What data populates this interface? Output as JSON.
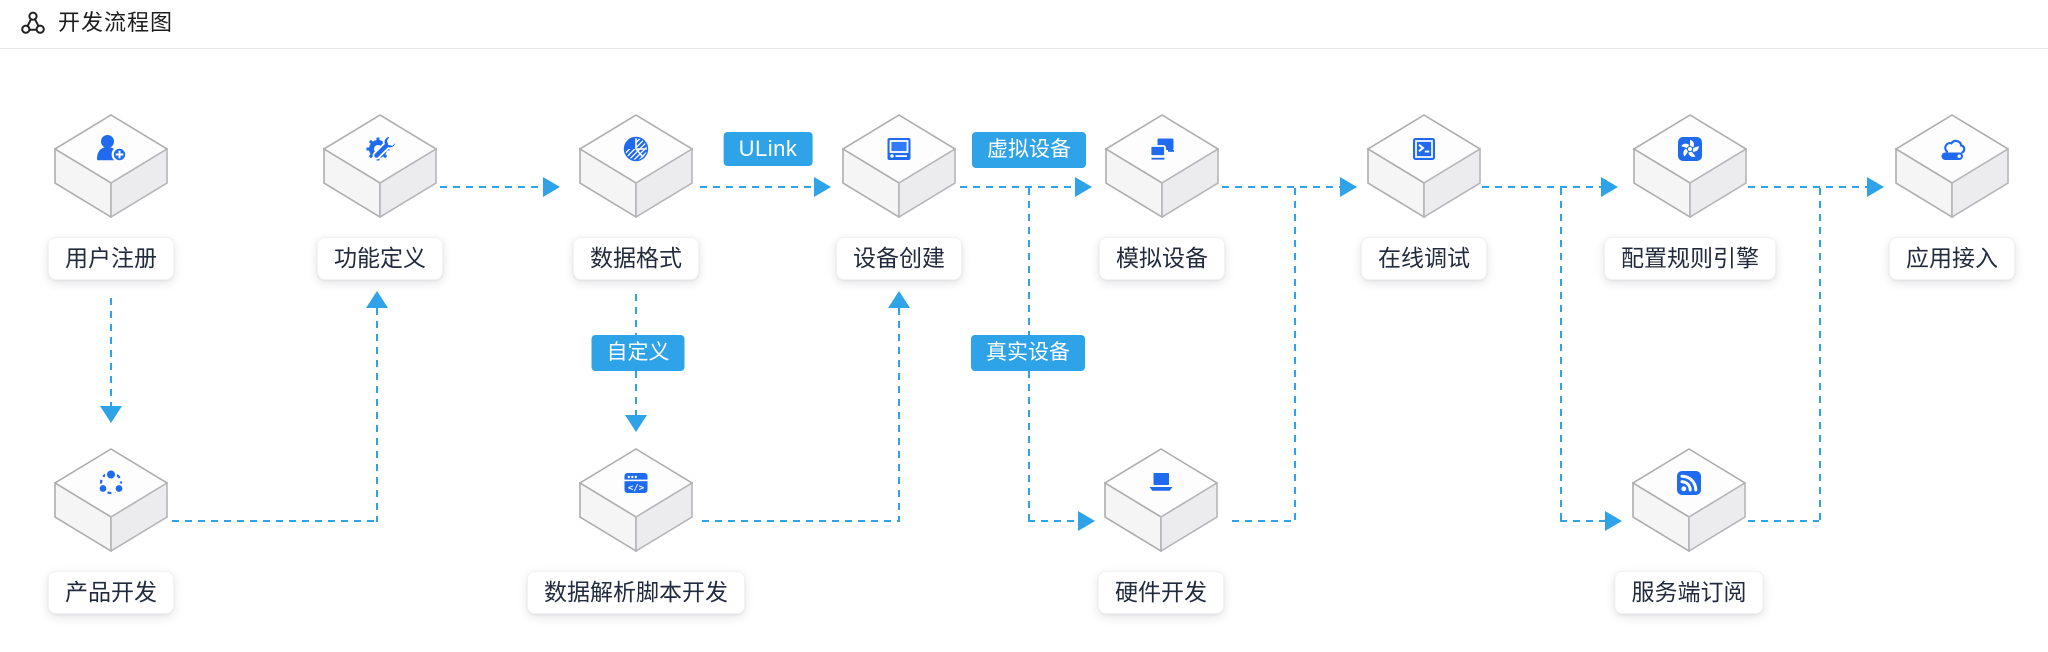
{
  "header": {
    "title": "开发流程图",
    "icon": "flow-nodes-icon"
  },
  "colors": {
    "arrow_blue": "#2FA3E8",
    "badge_blue": "#2FA3E8",
    "icon_blue": "#1F6AEE",
    "label_text": "#222B3D"
  },
  "nodes": [
    {
      "id": "user-register",
      "label": "用户注册",
      "icon": "user-add-icon"
    },
    {
      "id": "function-definition",
      "label": "功能定义",
      "icon": "gear-wrench-icon"
    },
    {
      "id": "data-format",
      "label": "数据格式",
      "icon": "pie-chart-icon"
    },
    {
      "id": "device-create",
      "label": "设备创建",
      "icon": "device-screen-icon"
    },
    {
      "id": "simulated-device",
      "label": "模拟设备",
      "icon": "dual-screen-icon"
    },
    {
      "id": "online-debug",
      "label": "在线调试",
      "icon": "terminal-icon"
    },
    {
      "id": "rules-engine-config",
      "label": "配置规则引擎",
      "icon": "pinwheel-icon"
    },
    {
      "id": "app-access",
      "label": "应用接入",
      "icon": "cloud-storage-icon"
    },
    {
      "id": "product-develop",
      "label": "产品开发",
      "icon": "collaboration-icon"
    },
    {
      "id": "data-parse-script-develop",
      "label": "数据解析脚本开发",
      "icon": "code-window-icon"
    },
    {
      "id": "hardware-develop",
      "label": "硬件开发",
      "icon": "laptop-icon"
    },
    {
      "id": "server-subscription",
      "label": "服务端订阅",
      "icon": "rss-icon"
    }
  ],
  "edge_badges": [
    {
      "id": "ulink",
      "label": "ULink"
    },
    {
      "id": "virtual-device",
      "label": "虚拟设备"
    },
    {
      "id": "custom",
      "label": "自定义"
    },
    {
      "id": "real-device",
      "label": "真实设备"
    }
  ]
}
